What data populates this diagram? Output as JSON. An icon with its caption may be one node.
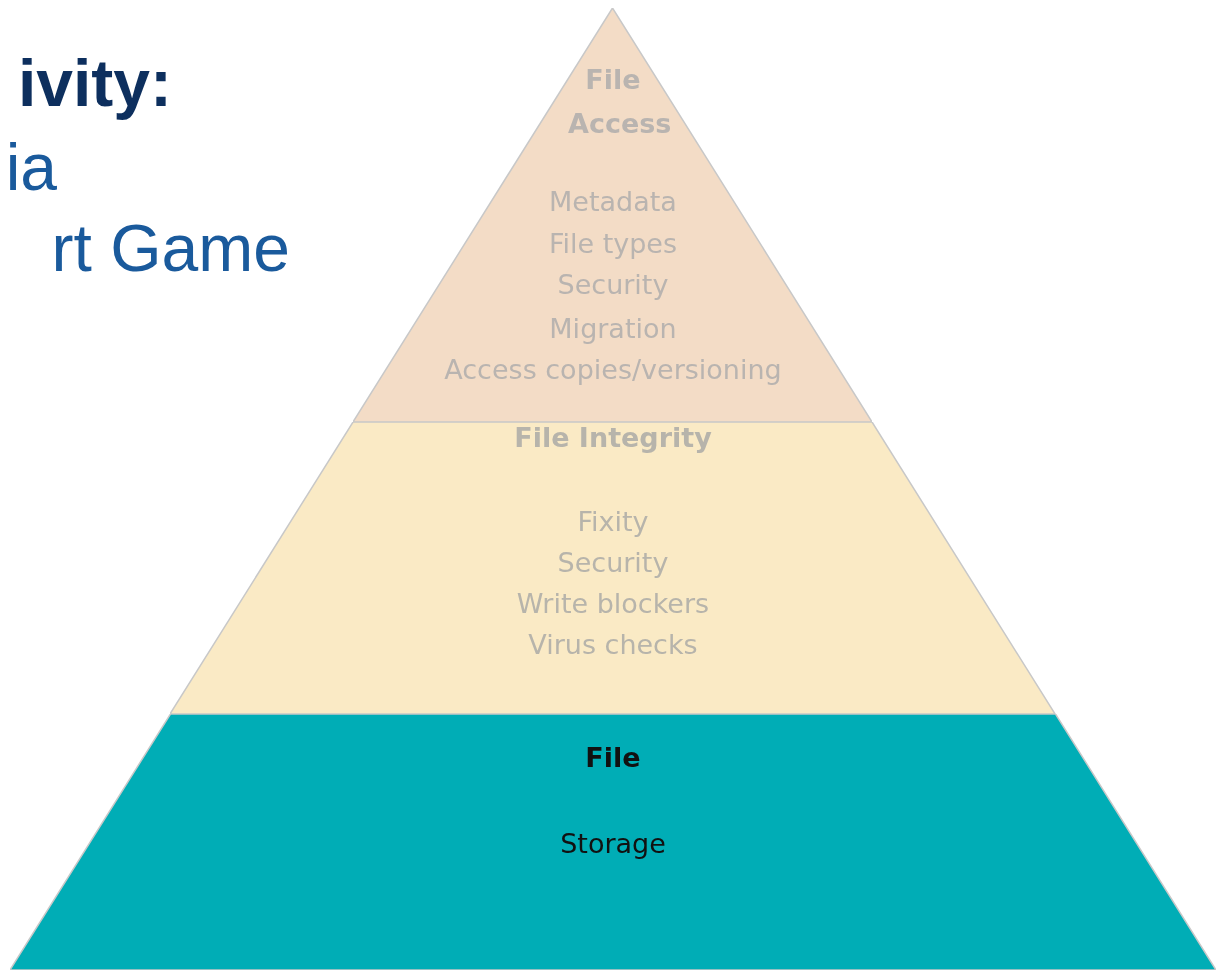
{
  "diagram": {
    "nodes": [
      {
        "text": [
          "File Access",
          "Metadata",
          "File types",
          "Security",
          "Migration",
          "Access copies/versioning"
        ]
      },
      {
        "text": [
          "File Integrity",
          "Fixity",
          "Security",
          "Write blockers",
          "Virus checks"
        ]
      },
      {
        "text": [
          "File",
          "Storage"
        ]
      }
    ],
    "labels": [
      "ivity:",
      "ia",
      "rt Game"
    ]
  }
}
